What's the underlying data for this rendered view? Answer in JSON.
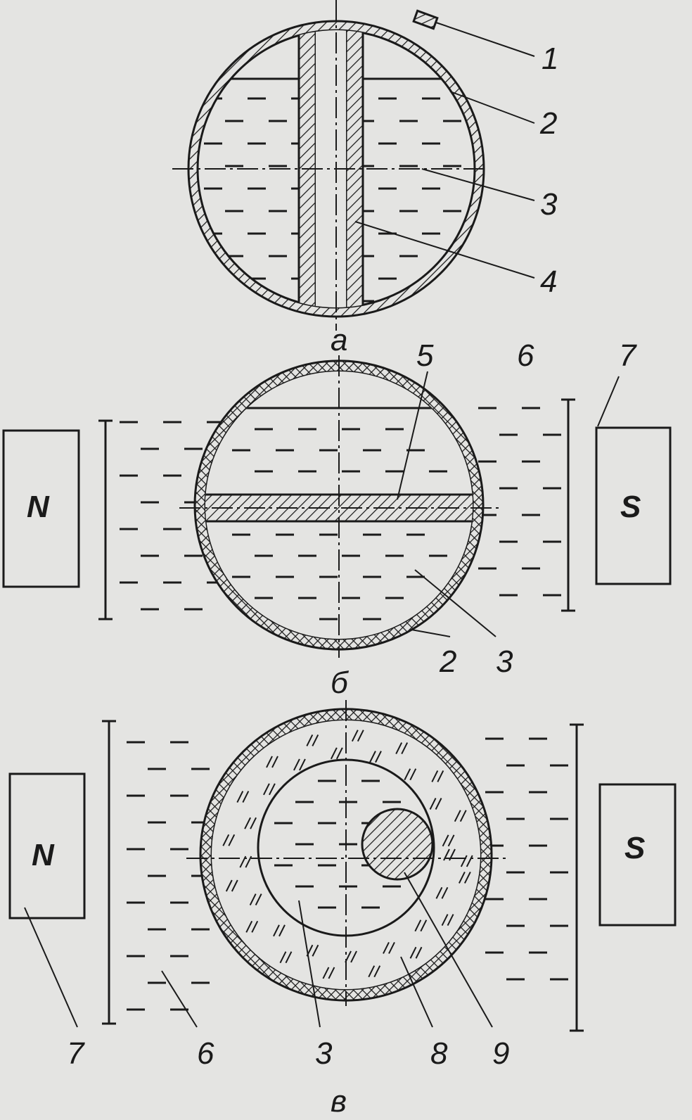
{
  "figure": {
    "panels": [
      {
        "caption": "а",
        "labels": [
          "1",
          "2",
          "3",
          "4"
        ]
      },
      {
        "caption": "б",
        "labels": [
          "5",
          "6",
          "7",
          "2",
          "3"
        ],
        "poles": [
          "N",
          "S"
        ]
      },
      {
        "caption": "в",
        "labels": [
          "7",
          "6",
          "3",
          "8",
          "9"
        ],
        "poles": [
          "N",
          "S"
        ]
      }
    ]
  }
}
